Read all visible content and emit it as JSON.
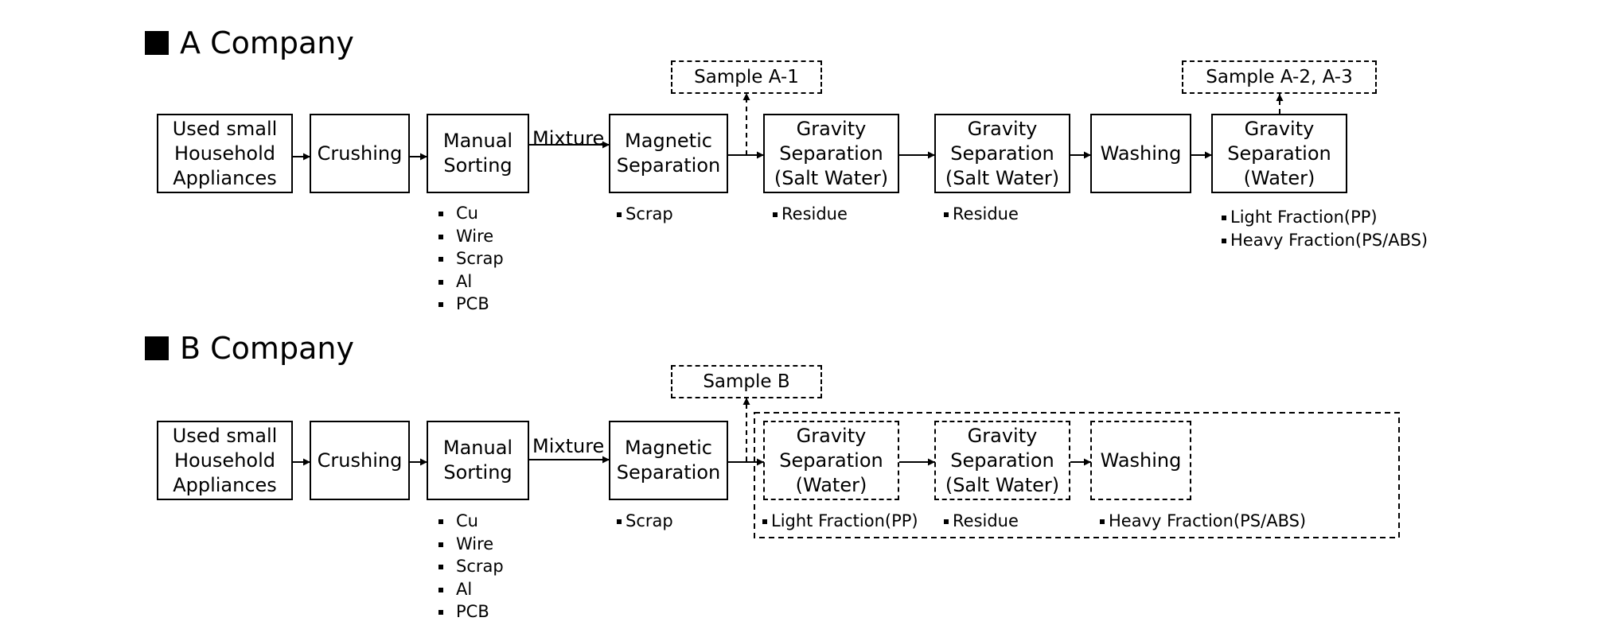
{
  "sections": {
    "a": {
      "title": "A Company"
    },
    "b": {
      "title": "B Company"
    }
  },
  "a": {
    "steps": {
      "used_appliances": "Used small\nHousehold\nAppliances",
      "crushing": "Crushing",
      "manual_sorting": "Manual\nSorting",
      "magnetic_separation": "Magnetic\nSeparation",
      "gravity_salt_1": "Gravity\nSeparation\n(Salt Water)",
      "gravity_salt_2": "Gravity\nSeparation\n(Salt Water)",
      "washing": "Washing",
      "gravity_water": "Gravity\nSeparation\n(Water)"
    },
    "mixture_label": "Mixture",
    "samples": {
      "a1": "Sample A-1",
      "a23": "Sample A-2, A-3"
    },
    "outputs": {
      "manual_sorting": [
        "Cu",
        "Wire",
        "Scrap",
        "Al",
        "PCB"
      ],
      "magnetic": [
        "Scrap"
      ],
      "gravity_salt_1": [
        "Residue"
      ],
      "gravity_salt_2": [
        "Residue"
      ],
      "gravity_water": [
        "Light Fraction(PP)",
        "Heavy Fraction(PS/ABS)"
      ]
    }
  },
  "b": {
    "steps": {
      "used_appliances": "Used small\nHousehold\nAppliances",
      "crushing": "Crushing",
      "manual_sorting": "Manual\nSorting",
      "magnetic_separation": "Magnetic\nSeparation",
      "gravity_water": "Gravity\nSeparation\n(Water)",
      "gravity_salt": "Gravity\nSeparation\n(Salt Water)",
      "washing": "Washing"
    },
    "mixture_label": "Mixture",
    "samples": {
      "b": "Sample B"
    },
    "outputs": {
      "manual_sorting": [
        "Cu",
        "Wire",
        "Scrap",
        "Al",
        "PCB"
      ],
      "magnetic": [
        "Scrap"
      ],
      "gravity_water": [
        "Light Fraction(PP)"
      ],
      "gravity_salt": [
        "Residue"
      ],
      "washing": [
        "Heavy Fraction(PS/ABS)"
      ]
    }
  }
}
